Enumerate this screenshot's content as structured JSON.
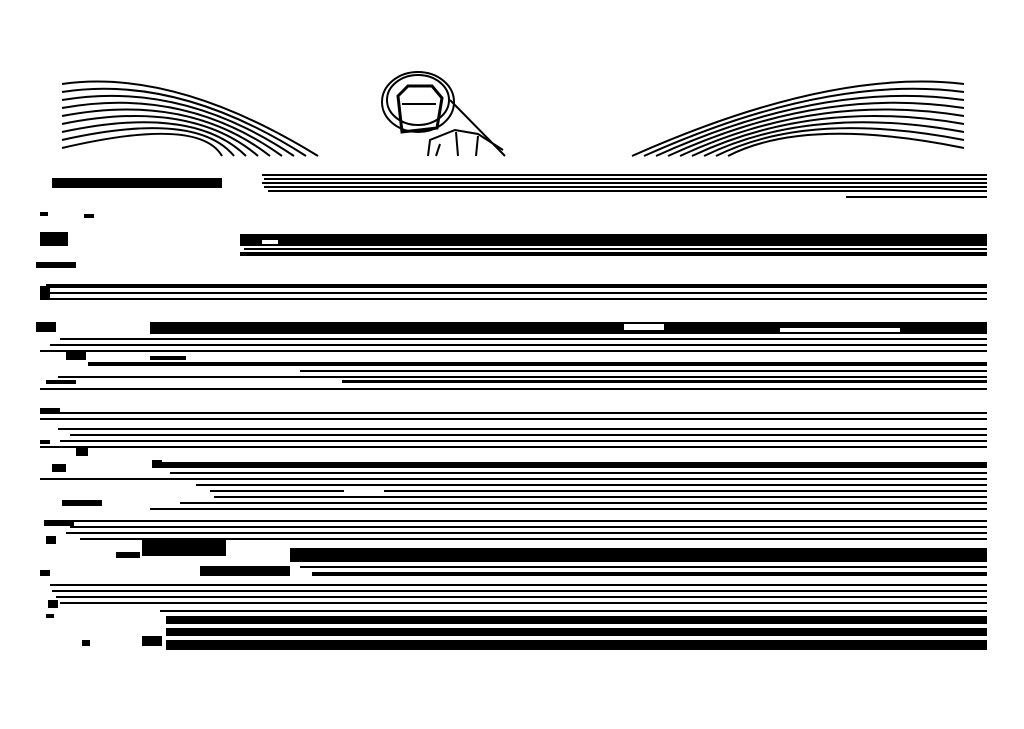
{
  "image": {
    "background_color": "#ffffff",
    "ink_color": "#000000",
    "top_illustration": {
      "left_arc_count": 9,
      "right_arc_count": 9,
      "center_icon": "hex-bolt-icon"
    },
    "scan_band": {
      "style": "horizontal-streak-corruption"
    }
  }
}
